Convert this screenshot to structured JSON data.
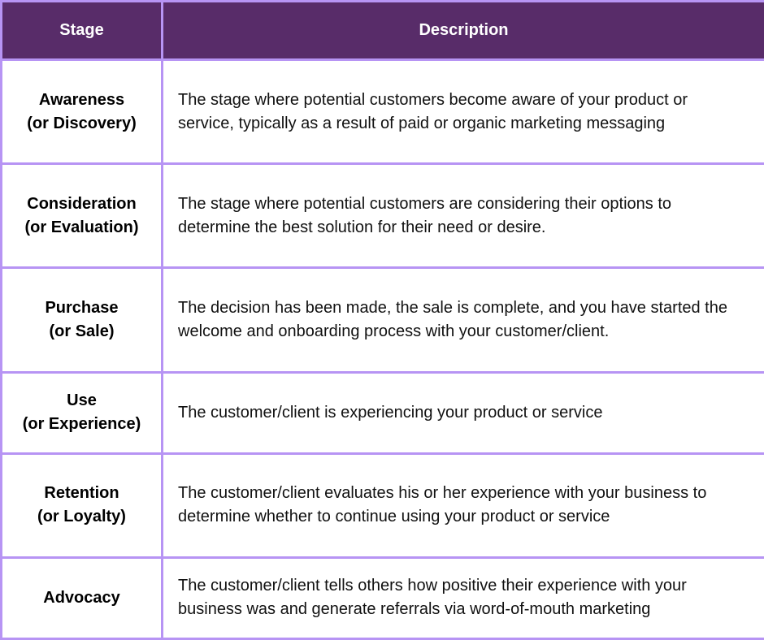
{
  "header": {
    "stage": "Stage",
    "description": "Description"
  },
  "rows": [
    {
      "stage": "Awareness\n(or Discovery)",
      "description": "The stage where potential customers become aware of your product or service, typically as a result of paid or organic marketing messaging"
    },
    {
      "stage": "Consideration\n(or Evaluation)",
      "description": "The stage where potential customers are considering their options to determine the best solution for their need or desire."
    },
    {
      "stage": "Purchase\n (or Sale)",
      "description": "The decision has been made, the sale is complete, and you have started the welcome and onboarding process with your customer/client."
    },
    {
      "stage": "Use\n(or Experience)",
      "description": "The customer/client is experiencing your product or service"
    },
    {
      "stage": "Retention\n(or Loyalty)",
      "description": "The customer/client evaluates his or her experience with your business to determine whether to continue using your product or service"
    },
    {
      "stage": "Advocacy",
      "description": "The customer/client tells others how positive their experience with your business was and generate referrals via word-of-mouth marketing"
    }
  ],
  "colors": {
    "header_bg": "#582c69",
    "border": "#b794f4"
  }
}
